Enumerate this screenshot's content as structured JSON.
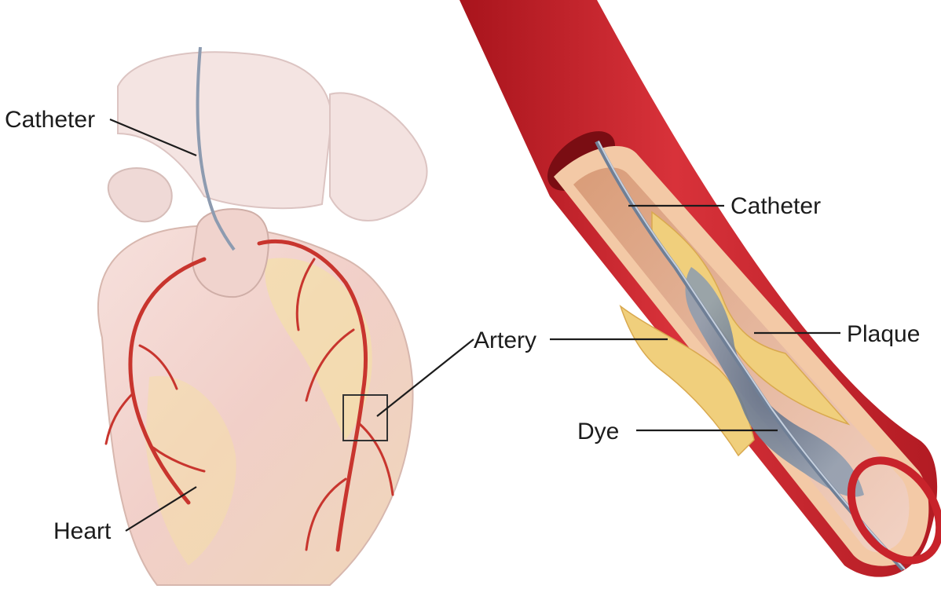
{
  "labels": {
    "catheter_heart": "Catheter",
    "heart": "Heart",
    "artery": "Artery",
    "catheter_vessel": "Catheter",
    "plaque": "Plaque",
    "dye": "Dye"
  },
  "colors": {
    "vessel_wall": "#c8232b",
    "heart_tissue": "#f3d2c9",
    "coronary_artery": "#c8352e",
    "plaque": "#f0cf7c",
    "dye": "#5f7389",
    "catheter": "#7f8ea3"
  }
}
